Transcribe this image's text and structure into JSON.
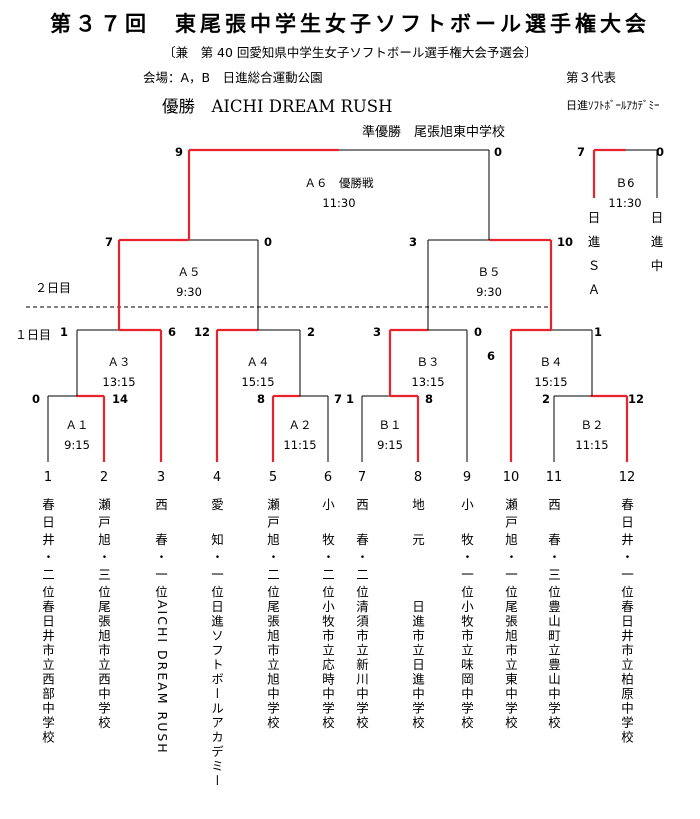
{
  "header": {
    "title": "第３７回　東尾張中学生女子ソフトボール選手権大会",
    "subtitle": "〔兼　第 40 回愛知県中学生女子ソフトボール選手権大会予選会〕",
    "venue": "会場：A，B　日進総合運動公園",
    "representative": "第３代表",
    "champion": "優勝　AICHI DREAM RUSH",
    "runner_up": "準優勝　尾張旭東中学校",
    "third_rep_team": "日進ｿﾌﾄﾎﾞｰﾙｱｶﾃﾞﾐｰ"
  },
  "day_labels": {
    "day2": "２日目",
    "day1": "１日目"
  },
  "colors": {
    "winner_line": "#e8232d",
    "line": "#000000",
    "divider": "#000000"
  },
  "games": [
    {
      "id": "A1",
      "name": "Ａ１",
      "time": "9:15",
      "left_score": "0",
      "right_score": "14"
    },
    {
      "id": "A2",
      "name": "Ａ２",
      "time": "11:15",
      "left_score": "8",
      "right_score": "7"
    },
    {
      "id": "B1",
      "name": "Ｂ１",
      "time": "9:15",
      "left_score": "1",
      "right_score": "8"
    },
    {
      "id": "B2",
      "name": "Ｂ２",
      "time": "11:15",
      "left_score": "2",
      "right_score": "12"
    },
    {
      "id": "A3",
      "name": "Ａ３",
      "time": "13:15",
      "left_score": "1",
      "right_score": "6"
    },
    {
      "id": "A4",
      "name": "Ａ４",
      "time": "15:15",
      "left_score": "12",
      "right_score": "2"
    },
    {
      "id": "B3",
      "name": "Ｂ３",
      "time": "13:15",
      "left_score": "3",
      "right_score": "0"
    },
    {
      "id": "B4",
      "name": "Ｂ４",
      "time": "15:15",
      "left_score": "6",
      "right_score": "1"
    },
    {
      "id": "A5",
      "name": "Ａ５",
      "time": "9:30",
      "left_score": "7",
      "right_score": "0"
    },
    {
      "id": "B5",
      "name": "Ｂ５",
      "time": "9:30",
      "left_score": "3",
      "right_score": "10"
    },
    {
      "id": "A6",
      "name": "Ａ６　優勝戦",
      "time": "11:30",
      "left_score": "9",
      "right_score": "0"
    },
    {
      "id": "B6",
      "name": "Ｂ6",
      "time": "11:30",
      "left_score": "7",
      "right_score": "0"
    }
  ],
  "third_place_teams": [
    "日進ＳＡ",
    "日進中"
  ],
  "teams": [
    {
      "seed": "1",
      "rank": "春日井・二位",
      "school": "春日井市立西部中学校"
    },
    {
      "seed": "2",
      "rank": "瀬戸旭・三位",
      "school": "尾張旭市立西中学校"
    },
    {
      "seed": "3",
      "rank": "西　春・一位",
      "school": "AICHI DREAM RUSH"
    },
    {
      "seed": "4",
      "rank": "愛　知・一位",
      "school": "日進ソフトボールアカデミー"
    },
    {
      "seed": "5",
      "rank": "瀬戸旭・二位",
      "school": "尾張旭市立旭中学校"
    },
    {
      "seed": "6",
      "rank": "小　牧・二位",
      "school": "小牧市立応時中学校"
    },
    {
      "seed": "7",
      "rank": "西　春・二位",
      "school": "清須市立新川中学校"
    },
    {
      "seed": "8",
      "rank": "地　元",
      "school": "日進市立日進中学校"
    },
    {
      "seed": "9",
      "rank": "小　牧・一位",
      "school": "小牧市立味岡中学校"
    },
    {
      "seed": "10",
      "rank": "瀬戸旭・一位",
      "school": "尾張旭市立東中学校"
    },
    {
      "seed": "11",
      "rank": "西　春・三位",
      "school": "豊山町立豊山中学校"
    },
    {
      "seed": "12",
      "rank": "春日井・一位",
      "school": "春日井市立柏原中学校"
    }
  ]
}
